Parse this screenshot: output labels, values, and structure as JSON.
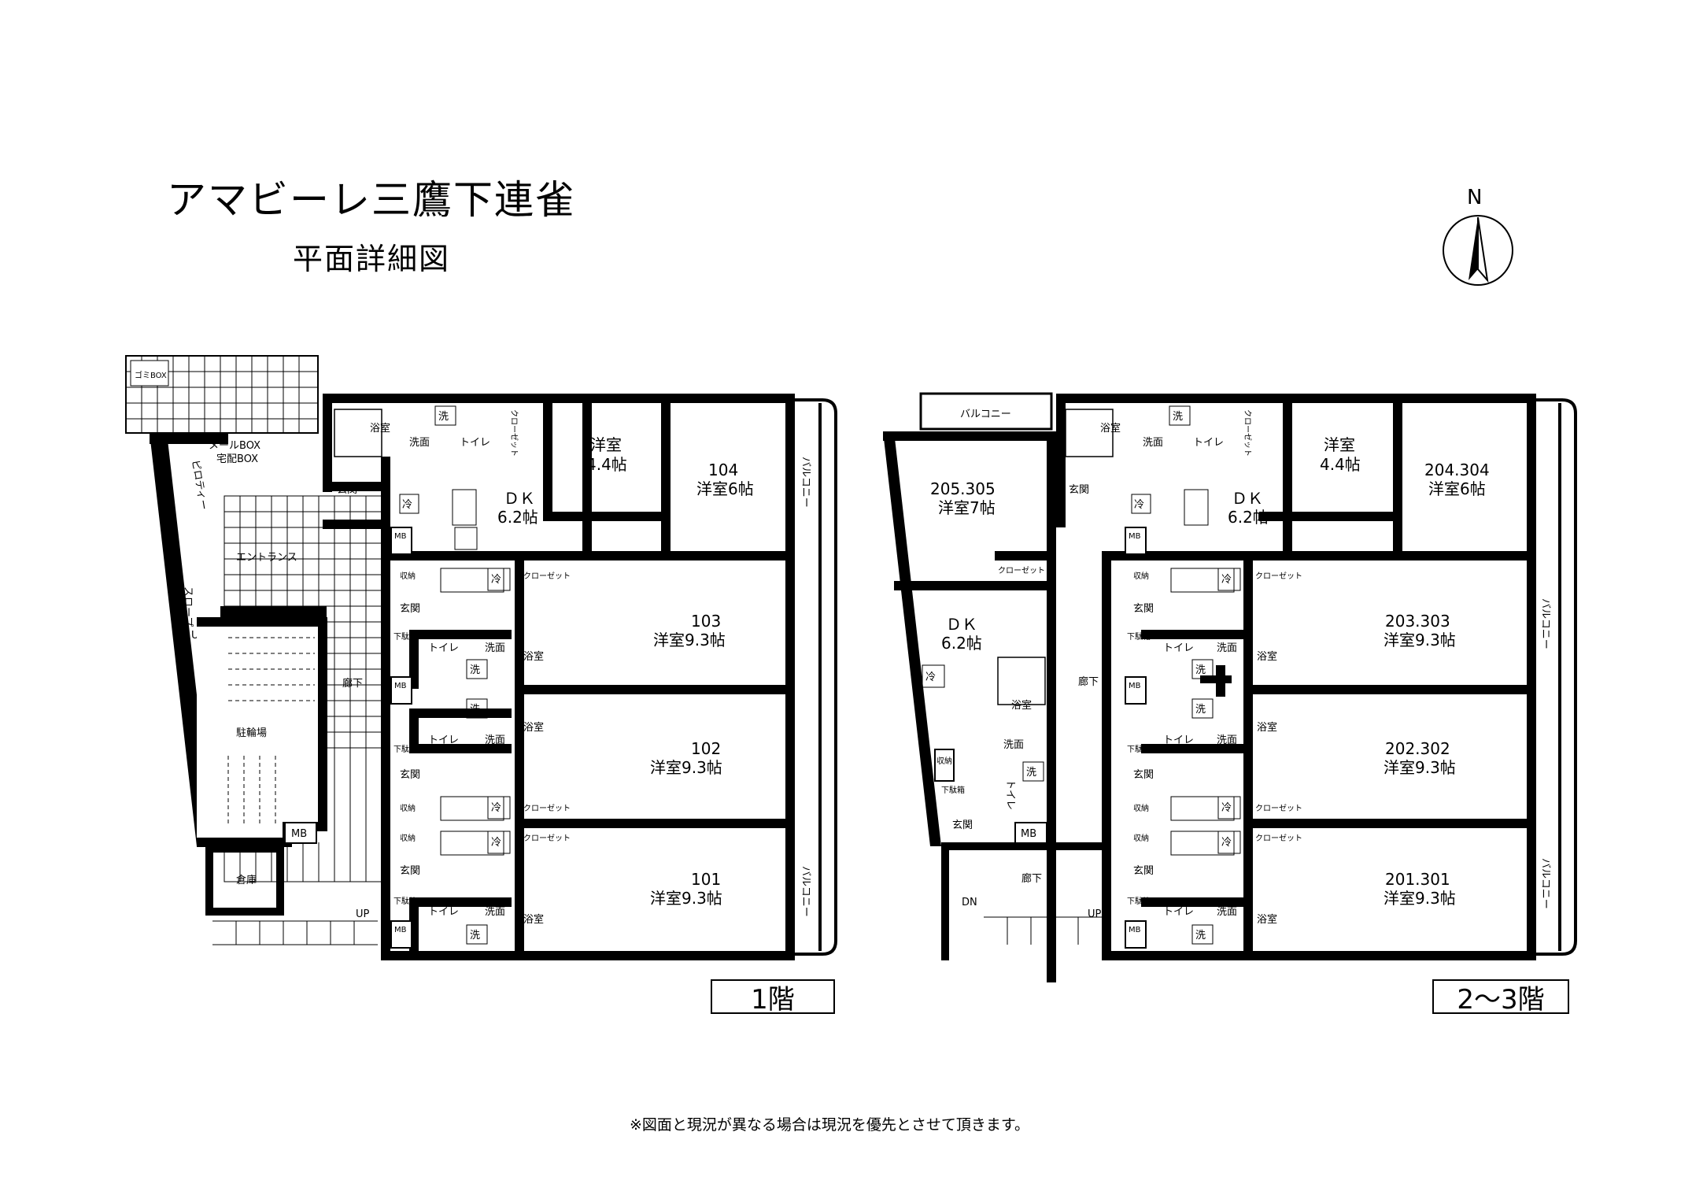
{
  "title": "アマビーレ三鷹下連雀",
  "subtitle": "平面詳細図",
  "compass_label": "N",
  "floor1": {
    "label": "1階",
    "gomi_box": "ゴミBOX",
    "mail_box": "メールBOX",
    "delivery_box": "宅配BOX",
    "pilotis": "ピロティー",
    "entrance": "エントランス",
    "slope": "スロープ",
    "up": "UP",
    "bike_parking": "駐輪場",
    "corridor": "廊下",
    "storage": "倉庫",
    "mb": "MB",
    "balcony": "バルコニー",
    "units": {
      "u104": {
        "num": "104",
        "room": "洋室6帖",
        "room2": "洋室",
        "room2_size": "4.4帖",
        "dk": "ＤＫ",
        "dk_size": "6.2帖"
      },
      "u103": {
        "num": "103",
        "room": "洋室9.3帖"
      },
      "u102": {
        "num": "102",
        "room": "洋室9.3帖"
      },
      "u101": {
        "num": "101",
        "room": "洋室9.3帖"
      }
    }
  },
  "floor23": {
    "label": "2〜3階",
    "balcony": "バルコニー",
    "corridor": "廊下",
    "dn": "DN",
    "up": "UP",
    "mb": "MB",
    "units": {
      "u205": {
        "num": "205.305",
        "room": "洋室7帖",
        "dk": "ＤＫ",
        "dk_size": "6.2帖"
      },
      "u204": {
        "num": "204.304",
        "room": "洋室6帖",
        "room2": "洋室",
        "room2_size": "4.4帖",
        "dk": "ＤＫ",
        "dk_size": "6.2帖"
      },
      "u203": {
        "num": "203.303",
        "room": "洋室9.3帖"
      },
      "u202": {
        "num": "202.302",
        "room": "洋室9.3帖"
      },
      "u201": {
        "num": "201.301",
        "room": "洋室9.3帖"
      }
    }
  },
  "common": {
    "bath": "浴室",
    "washroom": "洗面",
    "toilet": "トイレ",
    "closet": "クローゼット",
    "closet_v": "クローゼット",
    "entry": "玄関",
    "storage": "収納",
    "shoebox": "下駄箱",
    "washer": "洗",
    "fridge": "冷"
  },
  "note": "※図面と現況が異なる場合は現況を優先とさせて頂きます。"
}
